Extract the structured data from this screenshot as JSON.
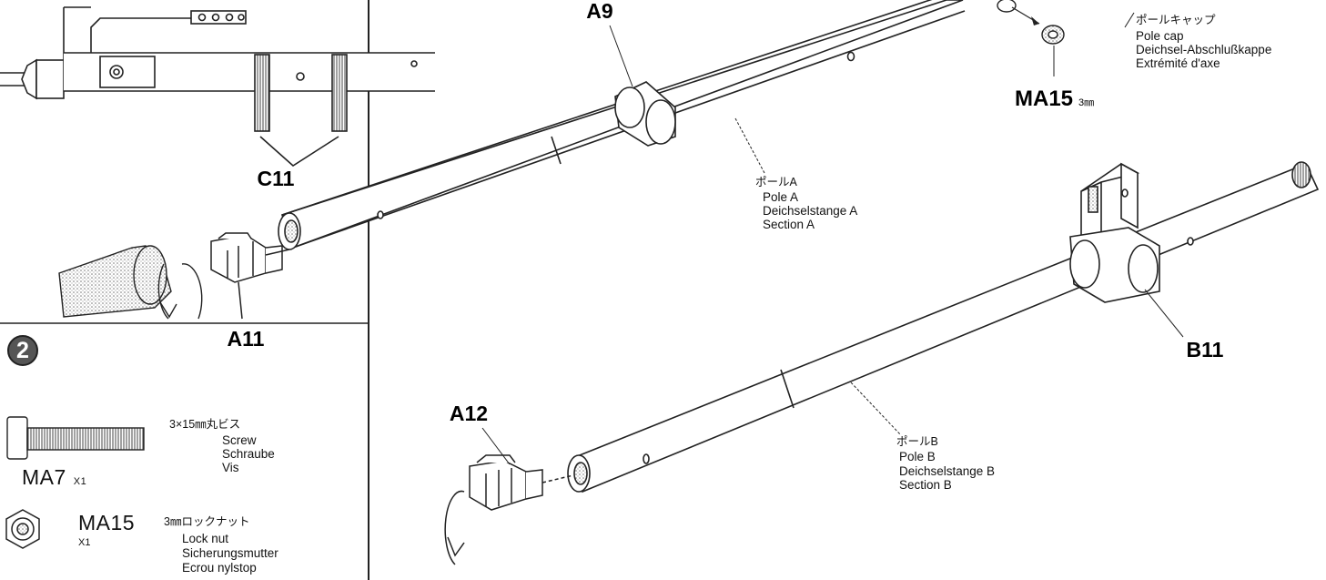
{
  "parts": {
    "c11": "C11",
    "a11": "A11",
    "a9": "A9",
    "ma15_top": "MA15",
    "ma15_top_size": "3㎜",
    "a12": "A12",
    "b11": "B11"
  },
  "step": {
    "number": "2"
  },
  "callouts": {
    "pole_cap": {
      "jp": "ポールキャップ",
      "en": "Pole cap",
      "de": "Deichsel-Abschlußkappe",
      "fr": "Extrémité d'axe"
    },
    "pole_a": {
      "jp": "ポールA",
      "en": "Pole A",
      "de": "Deichselstange A",
      "fr": "Section A"
    },
    "pole_b": {
      "jp": "ポールB",
      "en": "Pole B",
      "de": "Deichselstange B",
      "fr": "Section B"
    }
  },
  "hardware": [
    {
      "code": "MA7",
      "qty": "X1",
      "jp": "3×15㎜丸ビス",
      "en": "Screw",
      "de": "Schraube",
      "fr": "Vis"
    },
    {
      "code": "MA15",
      "qty": "X1",
      "jp": "3㎜ロックナット",
      "en": "Lock nut",
      "de": "Sicherungsmutter",
      "fr": "Ecrou nylstop"
    }
  ]
}
